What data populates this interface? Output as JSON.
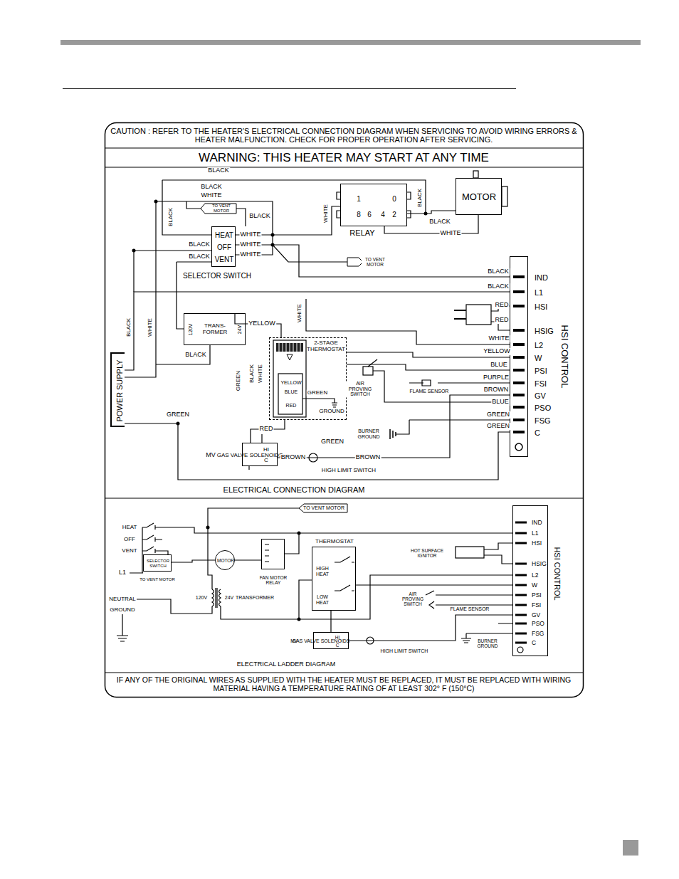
{
  "diagram": {
    "nodes": [
      {
        "text": [
          "CAUTION : REFER TO THE HEATER'S ELECTRICAL CONNECTION DIAGRAM WHEN SERVICING TO AVOID WIRING ERRORS & HEATER MALFUNCTION. CHECK FOR PROPER OPERATION AFTER SERVICING."
        ]
      },
      {
        "text": [
          "WARNING: THIS HEATER MAY START AT ANY TIME"
        ]
      },
      {
        "text": [
          "1",
          "0",
          "8",
          "6",
          "4",
          "2",
          "RELAY"
        ]
      },
      {
        "text": [
          "MOTOR"
        ]
      },
      {
        "text": [
          "HEAT",
          "OFF",
          "VENT",
          "SELECTOR SWITCH"
        ]
      },
      {
        "text": [
          "TRANS- FORMER",
          "120V",
          "24V"
        ]
      },
      {
        "text": [
          "2-STAGE THERMOSTAT",
          "YELLOW",
          "BLUE",
          "RED"
        ]
      },
      {
        "text": [
          "GAS VALVE SOLENOIDS",
          "HI",
          "C",
          "MV"
        ]
      },
      {
        "text": [
          "IND",
          "L1",
          "HSI",
          "HSIG",
          "L2",
          "W",
          "PSI",
          "FSI",
          "GV",
          "PSO",
          "FSG",
          "C",
          "HSI CONTROL"
        ]
      },
      {
        "text": [
          "POWER SUPPLY"
        ]
      },
      {
        "text": [
          "SELECTOR SWITCH"
        ]
      },
      {
        "text": [
          "MOTOR"
        ]
      },
      {
        "text": [
          "FAN MOTOR RELAY"
        ]
      },
      {
        "text": [
          "THERMOSTAT",
          "HIGH HEAT",
          "LOW HEAT"
        ]
      },
      {
        "text": [
          "GAS VALVE SOLENOIDS",
          "HI",
          "C",
          "MV"
        ]
      },
      {
        "text": [
          "IND",
          "L1",
          "HSI",
          "HSIG",
          "L2",
          "W",
          "PSI",
          "FSI",
          "GV",
          "PSO",
          "FSG",
          "C",
          "HSI CONTROL"
        ]
      },
      {
        "text": [
          "IF ANY OF THE ORIGINAL WIRES AS SUPPLIED WITH THE HEATER MUST BE REPLACED, IT MUST BE REPLACED WITH WIRING MATERIAL HAVING A TEMPERATURE RATING OF AT LEAST 302° F (150°C)"
        ]
      }
    ],
    "edges": [
      {
        "from": 2,
        "to": 3,
        "arrow": "none",
        "label": "BLACK"
      },
      {
        "from": 2,
        "to": 3,
        "arrow": "none",
        "label": "WHITE"
      },
      {
        "from": 4,
        "to": 2,
        "arrow": "none",
        "label": "WHITE"
      },
      {
        "from": 4,
        "to": 8,
        "arrow": "none",
        "label": "BLACK"
      },
      {
        "from": 9,
        "to": 8,
        "arrow": "none",
        "label": "BLACK"
      },
      {
        "from": 6,
        "to": 8,
        "arrow": "none",
        "label": "YELLOW"
      },
      {
        "from": 6,
        "to": 8,
        "arrow": "none",
        "label": "BLUE"
      },
      {
        "from": 5,
        "to": 6,
        "arrow": "none",
        "label": "YELLOW"
      },
      {
        "from": 7,
        "to": 6,
        "arrow": "none",
        "label": "RED"
      },
      {
        "from": 7,
        "to": 8,
        "arrow": "none",
        "label": "BROWN"
      },
      {
        "from": 9,
        "to": 8,
        "arrow": "none",
        "label": "GREEN"
      },
      {
        "from": 11,
        "to": 12,
        "arrow": "none"
      },
      {
        "from": 10,
        "to": 11,
        "arrow": "none"
      },
      {
        "from": 13,
        "to": 15,
        "arrow": "none"
      },
      {
        "from": 14,
        "to": 15,
        "arrow": "none"
      },
      {
        "from": 13,
        "to": 14,
        "arrow": "none"
      }
    ],
    "labels": [
      "BLACK",
      "BLACK",
      "WHITE",
      "TO VENT MOTOR",
      "BLACK",
      "BLACK",
      "BLACK",
      "BLACK",
      "WHITE",
      "WHITE",
      "TO VENT MOTOR",
      "BLACK",
      "WHITE",
      "WHITE",
      "RED",
      "RED",
      "WHITE",
      "PURPLE",
      "BROWN",
      "BLUE",
      "GREEN",
      "GREEN",
      "BLACK",
      "GREEN",
      "BLACK",
      "WHITE",
      "AIR PROVING SWITCH",
      "FLAME SENSOR",
      "GROUND",
      "GREEN",
      "GREEN",
      "BURNER GROUND",
      "BROWN",
      "HIGH LIMIT SWITCH",
      "ELECTRICAL CONNECTION DIAGRAM",
      "TO VENT MOTOR",
      "HEAT",
      "OFF",
      "VENT",
      "L1",
      "TO VENT MOTOR",
      "NEUTRAL",
      "GROUND",
      "120V",
      "24V",
      "TRANSFORMER",
      "HOT SURFACE IGNITOR",
      "AIR PROVING SWITCH",
      "FLAME SENSOR",
      "HIGH LIMIT SWITCH",
      "BURNER GROUND",
      "ELECTRICAL LADDER DIAGRAM",
      "WHITE",
      "BLACK"
    ]
  }
}
